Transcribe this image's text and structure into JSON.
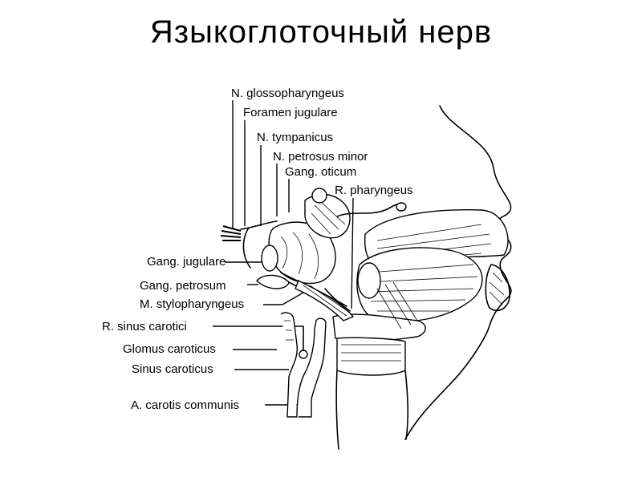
{
  "title": "Языкоглоточный нерв",
  "labels": {
    "glossopharyngeus": "N. glossopharyngeus",
    "foramen_jugulare": "Foramen jugulare",
    "tympanicus": "N. tympanicus",
    "petrosus_minor": "N. petrosus minor",
    "gang_oticum": "Gang. oticum",
    "r_pharyngeus": "R. pharyngeus",
    "gang_jugulare": "Gang. jugulare",
    "gang_petrosum": "Gang. petrosum",
    "m_stylopharyngeus": "M. stylopharyngeus",
    "r_sinus_carotici": "R. sinus carotici",
    "glomus_caroticus": "Glomus caroticus",
    "sinus_caroticus": "Sinus caroticus",
    "a_carotis_communis": "A. carotis communis"
  }
}
